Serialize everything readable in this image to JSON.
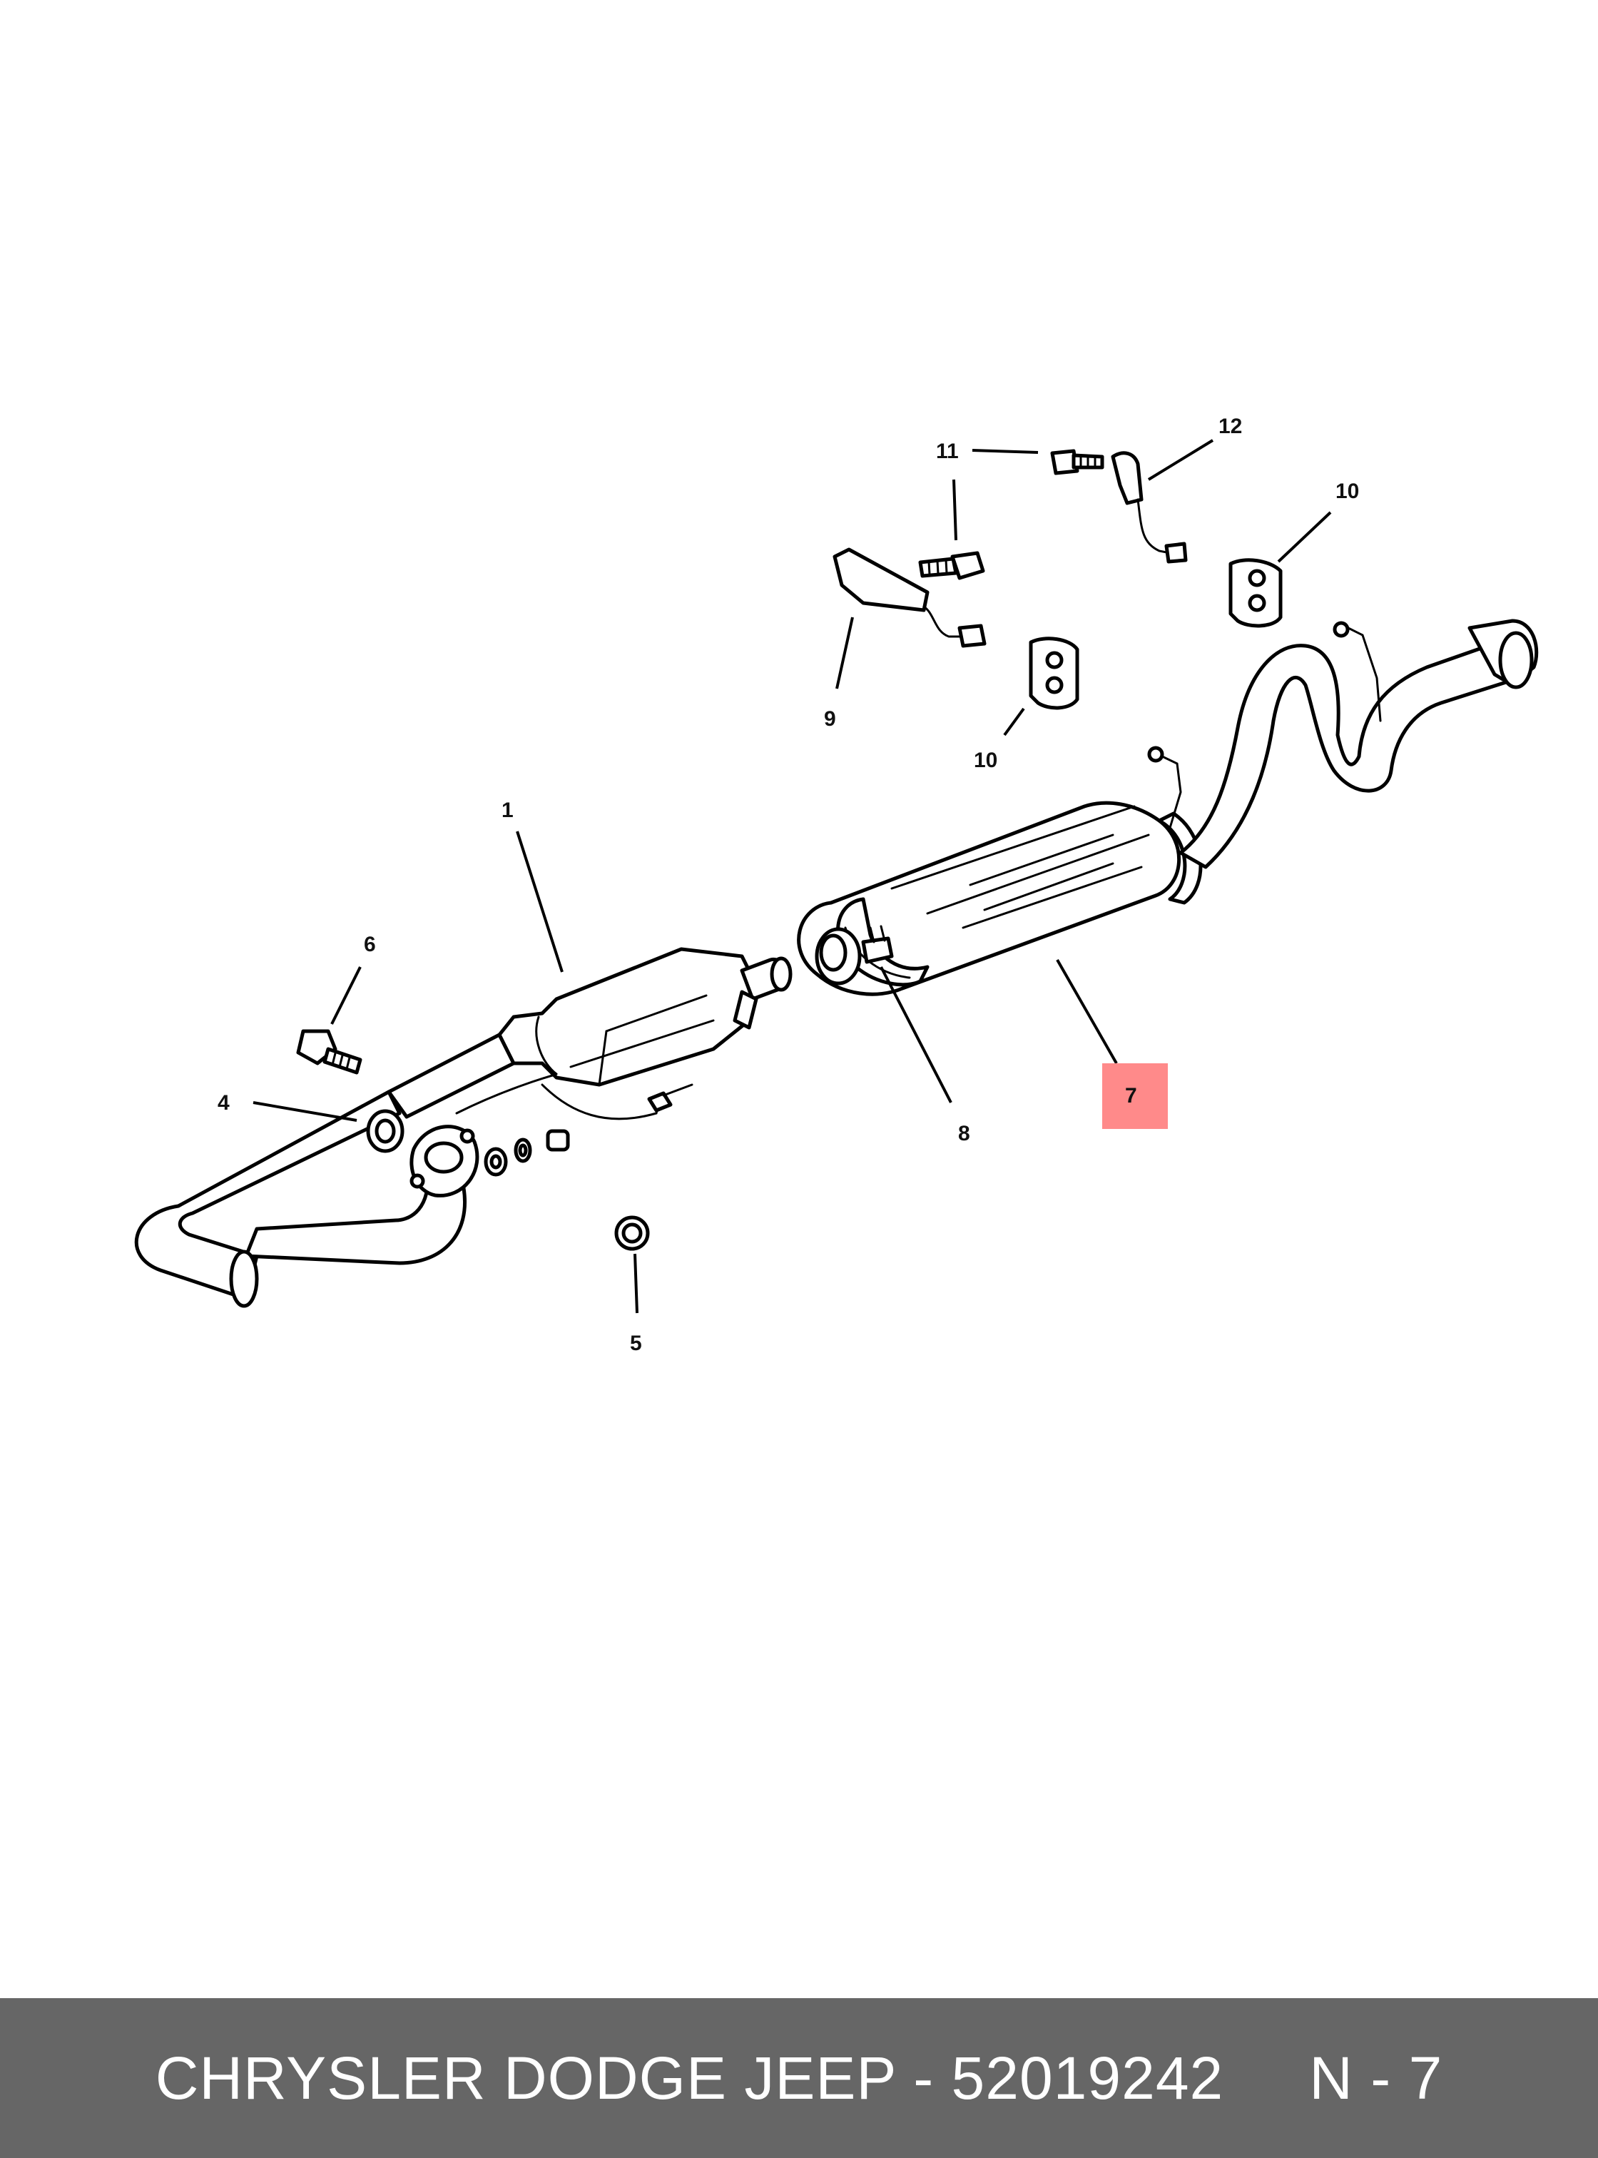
{
  "callouts": {
    "c1": "1",
    "c4": "4",
    "c5": "5",
    "c6": "6",
    "c7": "7",
    "c8": "8",
    "c9": "9",
    "c10a": "10",
    "c10b": "10",
    "c11": "11",
    "c12": "12"
  },
  "highlight": {
    "part": "7",
    "color": "#ff8a8a"
  },
  "footer": {
    "brand_part": "CHRYSLER DODGE JEEP - 52019242",
    "reference": "N - 7",
    "background": "#666666",
    "text_color": "#ffffff"
  }
}
